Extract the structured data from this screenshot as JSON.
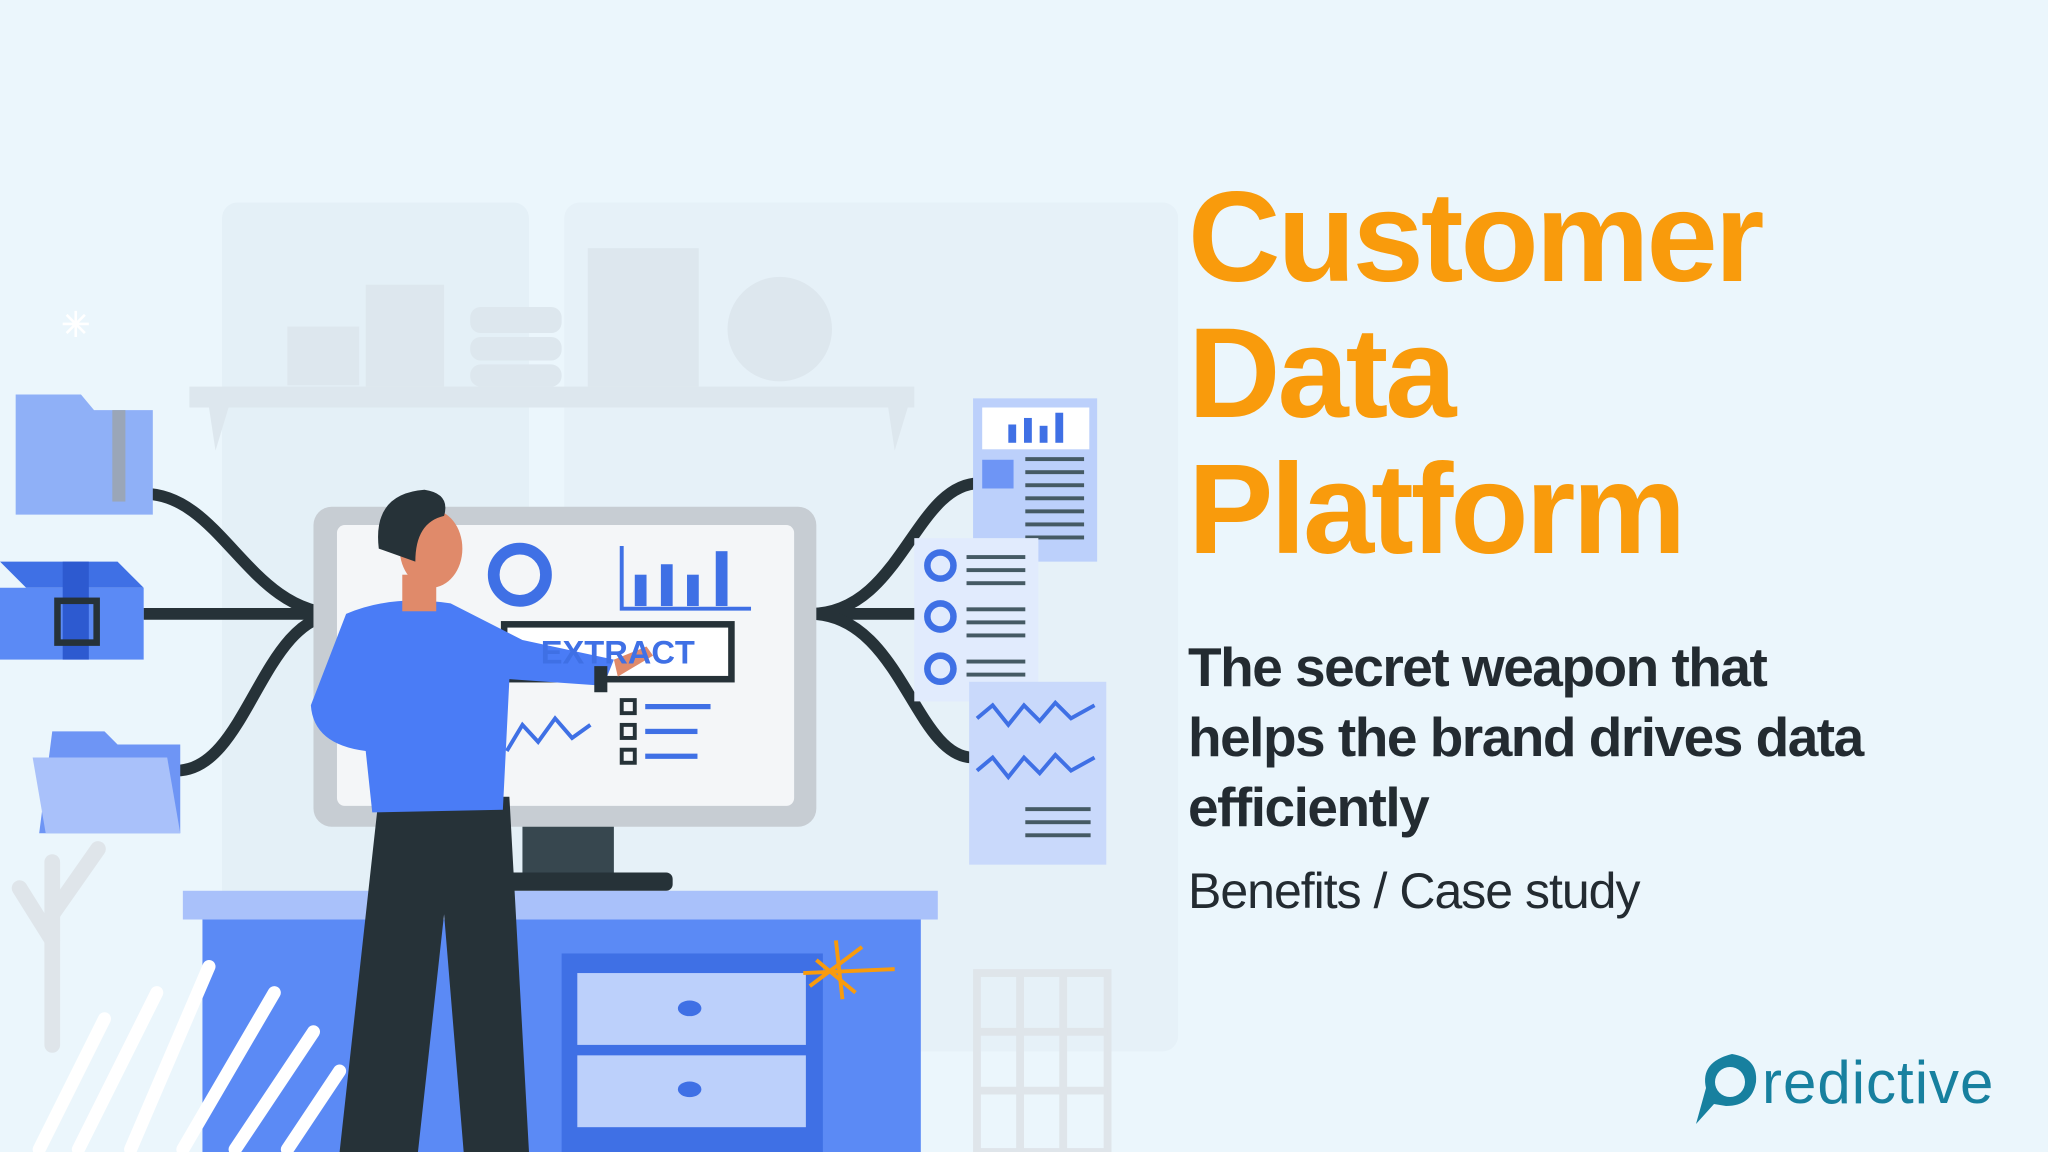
{
  "title": {
    "lines": [
      "Customer",
      "Data",
      "Platform"
    ]
  },
  "subtitle": {
    "lines": [
      "The secret weapon that",
      "helps the brand drives data",
      "efficiently"
    ]
  },
  "tagline": "Benefits / Case study",
  "illustration": {
    "screen_label": "EXTRACT"
  },
  "logo": {
    "text": "redictive",
    "brand_text": "Predictive"
  },
  "colors": {
    "title": "#f99b0c",
    "text": "#232b31",
    "logo": "#17809f",
    "background": "#ebf6fc",
    "accent_blue": "#4a7cf6"
  }
}
